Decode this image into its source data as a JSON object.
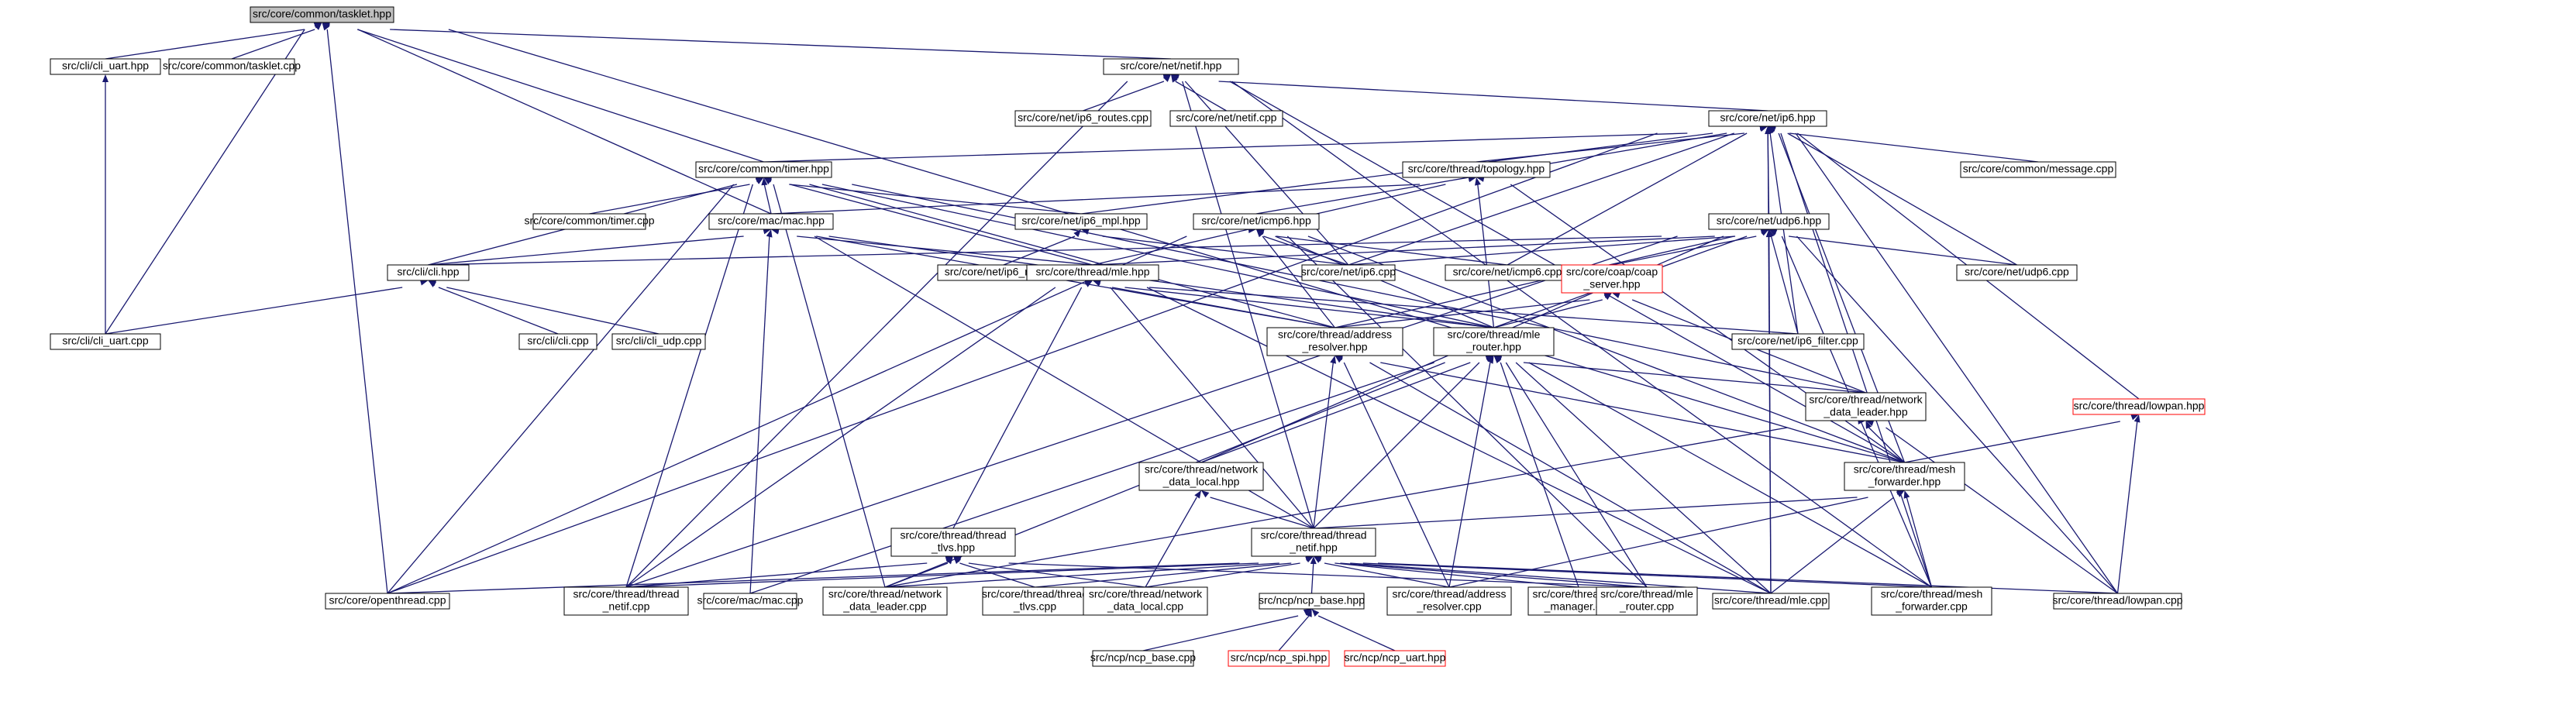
{
  "nodes": [
    {
      "id": "tasklet_hpp",
      "label": [
        "src/core/common/tasklet.hpp"
      ],
      "style": "root"
    },
    {
      "id": "cli_uart_hpp",
      "label": [
        "src/cli/cli_uart.hpp"
      ]
    },
    {
      "id": "tasklet_cpp",
      "label": [
        "src/core/common/tasklet.cpp"
      ]
    },
    {
      "id": "netif_hpp",
      "label": [
        "src/core/net/netif.hpp"
      ]
    },
    {
      "id": "ip6_routes_cpp",
      "label": [
        "src/core/net/ip6_routes.cpp"
      ]
    },
    {
      "id": "netif_cpp",
      "label": [
        "src/core/net/netif.cpp"
      ]
    },
    {
      "id": "ip6_hpp",
      "label": [
        "src/core/net/ip6.hpp"
      ]
    },
    {
      "id": "timer_hpp",
      "label": [
        "src/core/common/timer.hpp"
      ]
    },
    {
      "id": "topology_hpp",
      "label": [
        "src/core/thread/topology.hpp"
      ]
    },
    {
      "id": "message_cpp",
      "label": [
        "src/core/common/message.cpp"
      ]
    },
    {
      "id": "timer_cpp",
      "label": [
        "src/core/common/timer.cpp"
      ]
    },
    {
      "id": "mac_hpp",
      "label": [
        "src/core/mac/mac.hpp"
      ]
    },
    {
      "id": "ip6_mpl_hpp",
      "label": [
        "src/core/net/ip6_mpl.hpp"
      ]
    },
    {
      "id": "icmp6_hpp",
      "label": [
        "src/core/net/icmp6.hpp"
      ]
    },
    {
      "id": "udp6_hpp",
      "label": [
        "src/core/net/udp6.hpp"
      ]
    },
    {
      "id": "cli_hpp",
      "label": [
        "src/cli/cli.hpp"
      ]
    },
    {
      "id": "ip6_mpl_cpp",
      "label": [
        "src/core/net/ip6_mpl.cpp"
      ]
    },
    {
      "id": "mle_hpp",
      "label": [
        "src/core/thread/mle.hpp"
      ]
    },
    {
      "id": "ip6_cpp",
      "label": [
        "src/core/net/ip6.cpp"
      ]
    },
    {
      "id": "icmp6_cpp",
      "label": [
        "src/core/net/icmp6.cpp"
      ]
    },
    {
      "id": "coap_server_hpp",
      "label": [
        "src/core/coap/coap",
        "_server.hpp"
      ],
      "style": "red"
    },
    {
      "id": "udp6_cpp",
      "label": [
        "src/core/net/udp6.cpp"
      ]
    },
    {
      "id": "cli_uart_cpp",
      "label": [
        "src/cli/cli_uart.cpp"
      ]
    },
    {
      "id": "cli_cpp",
      "label": [
        "src/cli/cli.cpp"
      ]
    },
    {
      "id": "cli_udp_cpp",
      "label": [
        "src/cli/cli_udp.cpp"
      ]
    },
    {
      "id": "address_resolver_hpp",
      "label": [
        "src/core/thread/address",
        "_resolver.hpp"
      ]
    },
    {
      "id": "mle_router_hpp",
      "label": [
        "src/core/thread/mle",
        "_router.hpp"
      ]
    },
    {
      "id": "ip6_filter_cpp",
      "label": [
        "src/core/net/ip6_filter.cpp"
      ]
    },
    {
      "id": "network_data_leader_hpp",
      "label": [
        "src/core/thread/network",
        "_data_leader.hpp"
      ]
    },
    {
      "id": "lowpan_hpp",
      "label": [
        "src/core/thread/lowpan.hpp"
      ],
      "style": "red"
    },
    {
      "id": "network_data_local_hpp",
      "label": [
        "src/core/thread/network",
        "_data_local.hpp"
      ]
    },
    {
      "id": "mesh_forwarder_hpp",
      "label": [
        "src/core/thread/mesh",
        "_forwarder.hpp"
      ]
    },
    {
      "id": "thread_tlvs_hpp",
      "label": [
        "src/core/thread/thread",
        "_tlvs.hpp"
      ]
    },
    {
      "id": "thread_netif_hpp",
      "label": [
        "src/core/thread/thread",
        "_netif.hpp"
      ]
    },
    {
      "id": "openthread_cpp",
      "label": [
        "src/core/openthread.cpp"
      ]
    },
    {
      "id": "thread_netif_cpp",
      "label": [
        "src/core/thread/thread",
        "_netif.cpp"
      ]
    },
    {
      "id": "mac_cpp",
      "label": [
        "src/core/mac/mac.cpp"
      ]
    },
    {
      "id": "network_data_leader_cpp",
      "label": [
        "src/core/thread/network",
        "_data_leader.cpp"
      ]
    },
    {
      "id": "thread_tlvs_cpp",
      "label": [
        "src/core/thread/thread",
        "_tlvs.cpp"
      ]
    },
    {
      "id": "network_data_local_cpp",
      "label": [
        "src/core/thread/network",
        "_data_local.cpp"
      ]
    },
    {
      "id": "ncp_base_hpp",
      "label": [
        "src/ncp/ncp_base.hpp"
      ]
    },
    {
      "id": "address_resolver_cpp",
      "label": [
        "src/core/thread/address",
        "_resolver.cpp"
      ]
    },
    {
      "id": "key_manager_cpp",
      "label": [
        "src/core/thread/key",
        "_manager.cpp"
      ]
    },
    {
      "id": "mle_router_cpp",
      "label": [
        "src/core/thread/mle",
        "_router.cpp"
      ]
    },
    {
      "id": "mle_cpp",
      "label": [
        "src/core/thread/mle.cpp"
      ]
    },
    {
      "id": "mesh_forwarder_cpp",
      "label": [
        "src/core/thread/mesh",
        "_forwarder.cpp"
      ]
    },
    {
      "id": "lowpan_cpp",
      "label": [
        "src/core/thread/lowpan.cpp"
      ]
    },
    {
      "id": "ncp_base_cpp",
      "label": [
        "src/ncp/ncp_base.cpp"
      ]
    },
    {
      "id": "ncp_spi_hpp",
      "label": [
        "src/ncp/ncp_spi.hpp"
      ],
      "style": "red"
    },
    {
      "id": "ncp_uart_hpp",
      "label": [
        "src/ncp/ncp_uart.hpp"
      ],
      "style": "red"
    }
  ],
  "edges": [
    [
      "cli_uart_hpp",
      "tasklet_hpp"
    ],
    [
      "tasklet_cpp",
      "tasklet_hpp"
    ],
    [
      "netif_hpp",
      "tasklet_hpp"
    ],
    [
      "timer_hpp",
      "tasklet_hpp"
    ],
    [
      "mac_hpp",
      "tasklet_hpp"
    ],
    [
      "cli_uart_cpp",
      "tasklet_hpp"
    ],
    [
      "openthread_cpp",
      "tasklet_hpp"
    ],
    [
      "mesh_forwarder_hpp",
      "tasklet_hpp"
    ],
    [
      "cli_uart_cpp",
      "cli_uart_hpp"
    ],
    [
      "ip6_routes_cpp",
      "netif_hpp"
    ],
    [
      "netif_cpp",
      "netif_hpp"
    ],
    [
      "ip6_hpp",
      "netif_hpp"
    ],
    [
      "ip6_cpp",
      "netif_hpp"
    ],
    [
      "mesh_forwarder_hpp",
      "netif_hpp"
    ],
    [
      "thread_netif_hpp",
      "netif_hpp"
    ],
    [
      "thread_netif_cpp",
      "netif_hpp"
    ],
    [
      "mesh_forwarder_cpp",
      "netif_hpp"
    ],
    [
      "timer_hpp",
      "ip6_hpp"
    ],
    [
      "topology_hpp",
      "ip6_hpp"
    ],
    [
      "message_cpp",
      "ip6_hpp"
    ],
    [
      "ip6_mpl_hpp",
      "ip6_hpp"
    ],
    [
      "icmp6_hpp",
      "ip6_hpp"
    ],
    [
      "udp6_hpp",
      "ip6_hpp"
    ],
    [
      "ip6_cpp",
      "ip6_hpp"
    ],
    [
      "icmp6_cpp",
      "ip6_hpp"
    ],
    [
      "udp6_cpp",
      "ip6_hpp"
    ],
    [
      "ip6_filter_cpp",
      "ip6_hpp"
    ],
    [
      "lowpan_hpp",
      "ip6_hpp"
    ],
    [
      "mesh_forwarder_hpp",
      "ip6_hpp"
    ],
    [
      "mesh_forwarder_cpp",
      "ip6_hpp"
    ],
    [
      "lowpan_cpp",
      "ip6_hpp"
    ],
    [
      "mle_cpp",
      "ip6_hpp"
    ],
    [
      "openthread_cpp",
      "ip6_hpp"
    ],
    [
      "timer_cpp",
      "timer_hpp"
    ],
    [
      "mac_hpp",
      "timer_hpp"
    ],
    [
      "ip6_mpl_hpp",
      "timer_hpp"
    ],
    [
      "cli_hpp",
      "timer_hpp"
    ],
    [
      "mle_hpp",
      "timer_hpp"
    ],
    [
      "address_resolver_hpp",
      "timer_hpp"
    ],
    [
      "mle_router_hpp",
      "timer_hpp"
    ],
    [
      "network_data_leader_hpp",
      "timer_hpp"
    ],
    [
      "thread_netif_cpp",
      "timer_hpp"
    ],
    [
      "openthread_cpp",
      "timer_hpp"
    ],
    [
      "network_data_leader_cpp",
      "timer_hpp"
    ],
    [
      "mac_hpp",
      "topology_hpp"
    ],
    [
      "mle_hpp",
      "topology_hpp"
    ],
    [
      "mle_router_hpp",
      "topology_hpp"
    ],
    [
      "mesh_forwarder_hpp",
      "topology_hpp"
    ],
    [
      "cli_hpp",
      "mac_hpp"
    ],
    [
      "mle_hpp",
      "mac_hpp"
    ],
    [
      "address_resolver_hpp",
      "mac_hpp"
    ],
    [
      "mle_router_hpp",
      "mac_hpp"
    ],
    [
      "thread_netif_hpp",
      "mac_hpp"
    ],
    [
      "mac_cpp",
      "mac_hpp"
    ],
    [
      "ip6_mpl_cpp",
      "ip6_mpl_hpp"
    ],
    [
      "ip6_cpp",
      "ip6_mpl_hpp"
    ],
    [
      "ip6_cpp",
      "icmp6_hpp"
    ],
    [
      "icmp6_cpp",
      "icmp6_hpp"
    ],
    [
      "address_resolver_hpp",
      "icmp6_hpp"
    ],
    [
      "mle_router_hpp",
      "icmp6_hpp"
    ],
    [
      "openthread_cpp",
      "icmp6_hpp"
    ],
    [
      "mle_router_cpp",
      "icmp6_hpp"
    ],
    [
      "mesh_forwarder_hpp",
      "icmp6_hpp"
    ],
    [
      "ip6_cpp",
      "udp6_hpp"
    ],
    [
      "udp6_cpp",
      "udp6_hpp"
    ],
    [
      "coap_server_hpp",
      "udp6_hpp"
    ],
    [
      "mle_hpp",
      "udp6_hpp"
    ],
    [
      "cli_hpp",
      "udp6_hpp"
    ],
    [
      "address_resolver_hpp",
      "udp6_hpp"
    ],
    [
      "mle_router_hpp",
      "udp6_hpp"
    ],
    [
      "ip6_filter_cpp",
      "udp6_hpp"
    ],
    [
      "network_data_local_hpp",
      "udp6_hpp"
    ],
    [
      "thread_netif_cpp",
      "udp6_hpp"
    ],
    [
      "mle_cpp",
      "udp6_hpp"
    ],
    [
      "mesh_forwarder_cpp",
      "udp6_hpp"
    ],
    [
      "lowpan_cpp",
      "udp6_hpp"
    ],
    [
      "cli_uart_cpp",
      "cli_hpp"
    ],
    [
      "cli_cpp",
      "cli_hpp"
    ],
    [
      "cli_udp_cpp",
      "cli_hpp"
    ],
    [
      "address_resolver_hpp",
      "mle_hpp"
    ],
    [
      "mle_router_hpp",
      "mle_hpp"
    ],
    [
      "ip6_filter_cpp",
      "mle_hpp"
    ],
    [
      "thread_tlvs_hpp",
      "mle_hpp"
    ],
    [
      "thread_netif_hpp",
      "mle_hpp"
    ],
    [
      "thread_netif_cpp",
      "mle_hpp"
    ],
    [
      "mle_cpp",
      "mle_hpp"
    ],
    [
      "address_resolver_hpp",
      "coap_server_hpp"
    ],
    [
      "mle_router_hpp",
      "coap_server_hpp"
    ],
    [
      "network_data_leader_hpp",
      "coap_server_hpp"
    ],
    [
      "thread_netif_hpp",
      "address_resolver_hpp"
    ],
    [
      "mesh_forwarder_hpp",
      "address_resolver_hpp"
    ],
    [
      "address_resolver_cpp",
      "address_resolver_hpp"
    ],
    [
      "mle_cpp",
      "address_resolver_hpp"
    ],
    [
      "network_data_leader_hpp",
      "mle_router_hpp"
    ],
    [
      "network_data_local_hpp",
      "mle_router_hpp"
    ],
    [
      "thread_netif_hpp",
      "mle_router_hpp"
    ],
    [
      "mac_cpp",
      "mle_router_hpp"
    ],
    [
      "network_data_leader_cpp",
      "mle_router_hpp"
    ],
    [
      "address_resolver_cpp",
      "mle_router_hpp"
    ],
    [
      "key_manager_cpp",
      "mle_router_hpp"
    ],
    [
      "mle_router_cpp",
      "mle_router_hpp"
    ],
    [
      "mle_cpp",
      "mle_router_hpp"
    ],
    [
      "mesh_forwarder_cpp",
      "mle_router_hpp"
    ],
    [
      "mesh_forwarder_hpp",
      "network_data_leader_hpp"
    ],
    [
      "lowpan_cpp",
      "network_data_leader_hpp"
    ],
    [
      "network_data_leader_cpp",
      "network_data_leader_hpp"
    ],
    [
      "mesh_forwarder_hpp",
      "lowpan_hpp"
    ],
    [
      "lowpan_cpp",
      "lowpan_hpp"
    ],
    [
      "thread_netif_hpp",
      "network_data_local_hpp"
    ],
    [
      "network_data_local_cpp",
      "network_data_local_hpp"
    ],
    [
      "thread_netif_hpp",
      "mesh_forwarder_hpp"
    ],
    [
      "mesh_forwarder_cpp",
      "mesh_forwarder_hpp"
    ],
    [
      "mle_cpp",
      "mesh_forwarder_hpp"
    ],
    [
      "address_resolver_cpp",
      "mesh_forwarder_hpp"
    ],
    [
      "thread_netif_cpp",
      "thread_tlvs_hpp"
    ],
    [
      "network_data_leader_cpp",
      "thread_tlvs_hpp"
    ],
    [
      "thread_tlvs_cpp",
      "thread_tlvs_hpp"
    ],
    [
      "network_data_local_cpp",
      "thread_tlvs_hpp"
    ],
    [
      "mle_router_cpp",
      "thread_tlvs_hpp"
    ],
    [
      "openthread_cpp",
      "thread_netif_hpp"
    ],
    [
      "thread_netif_cpp",
      "thread_netif_hpp"
    ],
    [
      "network_data_leader_cpp",
      "thread_netif_hpp"
    ],
    [
      "thread_tlvs_cpp",
      "thread_netif_hpp"
    ],
    [
      "network_data_local_cpp",
      "thread_netif_hpp"
    ],
    [
      "ncp_base_hpp",
      "thread_netif_hpp"
    ],
    [
      "address_resolver_cpp",
      "thread_netif_hpp"
    ],
    [
      "key_manager_cpp",
      "thread_netif_hpp"
    ],
    [
      "mle_router_cpp",
      "thread_netif_hpp"
    ],
    [
      "mle_cpp",
      "thread_netif_hpp"
    ],
    [
      "mesh_forwarder_cpp",
      "thread_netif_hpp"
    ],
    [
      "lowpan_cpp",
      "thread_netif_hpp"
    ],
    [
      "ncp_base_cpp",
      "ncp_base_hpp"
    ],
    [
      "ncp_spi_hpp",
      "ncp_base_hpp"
    ],
    [
      "ncp_uart_hpp",
      "ncp_base_hpp"
    ]
  ]
}
